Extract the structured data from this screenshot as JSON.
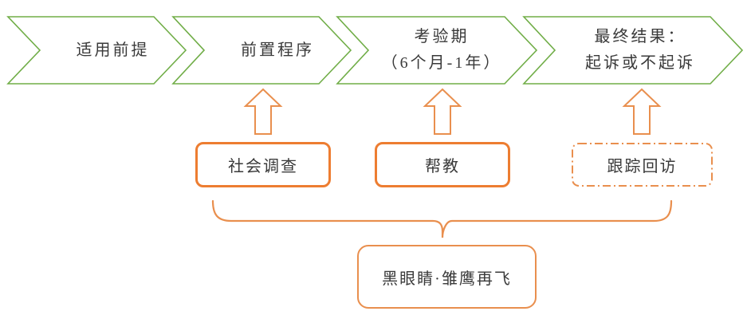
{
  "diagram_title": "conditional non-prosecution process flow",
  "flow_steps": [
    {
      "line1": "适用前提",
      "line2": ""
    },
    {
      "line1": "前置程序",
      "line2": ""
    },
    {
      "line1": "考验期",
      "line2": "（6个月-1年）"
    },
    {
      "line1": "最终结果：",
      "line2": "起诉或不起诉"
    }
  ],
  "support_boxes": [
    {
      "label": "社会调查",
      "border_style": "solid"
    },
    {
      "label": "帮教",
      "border_style": "solid"
    },
    {
      "label": "跟踪回访",
      "border_style": "dash-dot"
    }
  ],
  "program_box": {
    "label": "黑眼睛·雏鹰再飞"
  },
  "colors": {
    "green": "#70AD47",
    "orange": "#ED7D31",
    "orange-thin": "#E98F4E",
    "ink": "#3a3a3a"
  }
}
